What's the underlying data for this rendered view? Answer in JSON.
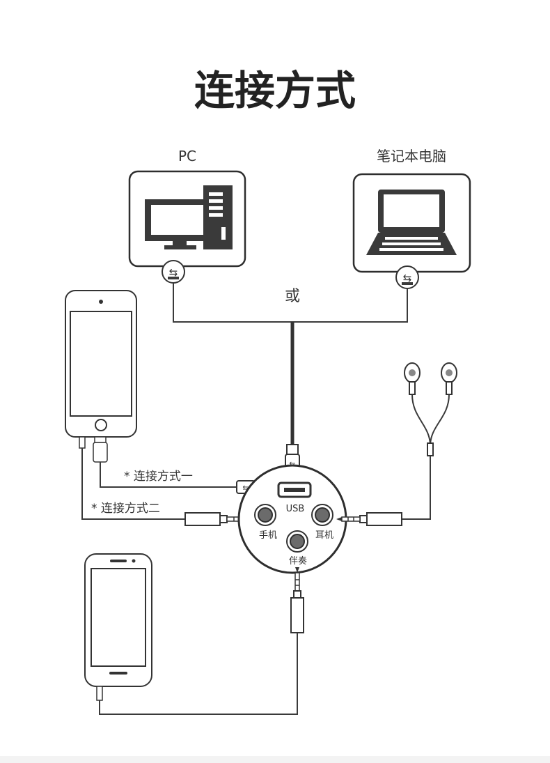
{
  "title": "连接方式",
  "devices": {
    "pc_label": "PC",
    "laptop_label": "笔记本电脑",
    "or_label": "或"
  },
  "connections": {
    "method_one": "* 连接方式一",
    "method_two": "* 连接方式二"
  },
  "hub": {
    "usb_label": "USB",
    "phone_label": "手机",
    "earphone_label": "耳机",
    "accompaniment_label": "伴奏"
  }
}
